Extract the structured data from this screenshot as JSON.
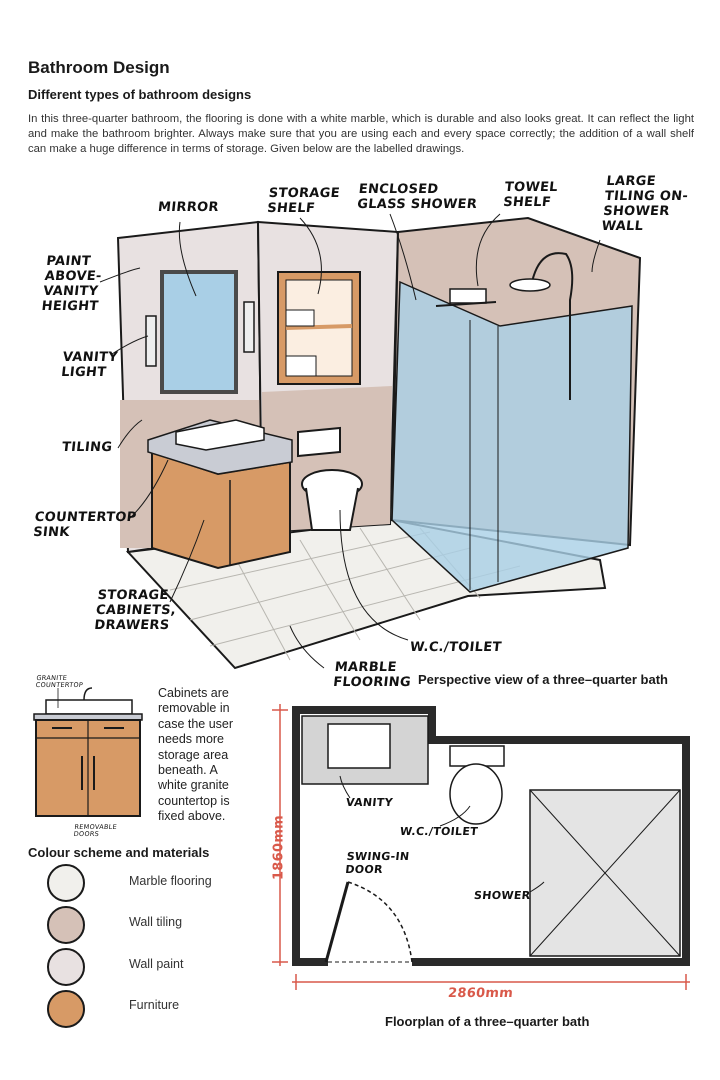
{
  "page": {
    "title": "Bathroom Design",
    "subtitle": "Different types of bathroom designs",
    "intro": "In this three-quarter bathroom, the flooring is done with a white marble, which is durable and also looks great. It can reflect the light and make the bathroom brighter. Always make sure that you are using each and every space correctly; the addition of a wall shelf can make a huge difference in terms of storage. Given below are the labelled drawings."
  },
  "perspective": {
    "caption": "Perspective view of a three–quarter bath",
    "labels": {
      "mirror": "MIRROR",
      "storage_shelf": "STORAGE SHELF",
      "enclosed_glass": "ENCLOSED GLASS SHOWER",
      "towel_shelf": "TOWEL SHELF",
      "large_tiling": "LARGE TILING ON- SHOWER WALL",
      "paint": "PAINT ABOVE- VANITY HEIGHT",
      "vanity_light": "VANITY LIGHT",
      "tiling": "TILING",
      "countertop": "COUNTERTOP SINK",
      "storage_cabinets": "STORAGE CABINETS, DRAWERS",
      "wc": "W.C./TOILET",
      "marble": "MARBLE FLOORING"
    }
  },
  "cabinet": {
    "label_top": "GRANITE COUNTERTOP",
    "label_bottom": "REMOVABLE DOORS",
    "note": "Cabinets are removable in case the user needs more storage area beneath. A white granite countertop is fixed above."
  },
  "colours": {
    "heading": "Colour scheme and materials",
    "items": [
      {
        "label": "Marble flooring",
        "color": "#f1f0ec"
      },
      {
        "label": "Wall tiling",
        "color": "#d5c1b7"
      },
      {
        "label": "Wall paint",
        "color": "#e8e1e1"
      },
      {
        "label": "Furniture",
        "color": "#d79a66"
      }
    ]
  },
  "floorplan": {
    "caption": "Floorplan of a three–quarter bath",
    "dim_vertical": "1860mm",
    "dim_horizontal": "2860mm",
    "labels": {
      "vanity": "VANITY",
      "wc": "W.C./TOILET",
      "door": "SWING-IN DOOR",
      "shower": "SHOWER"
    }
  }
}
